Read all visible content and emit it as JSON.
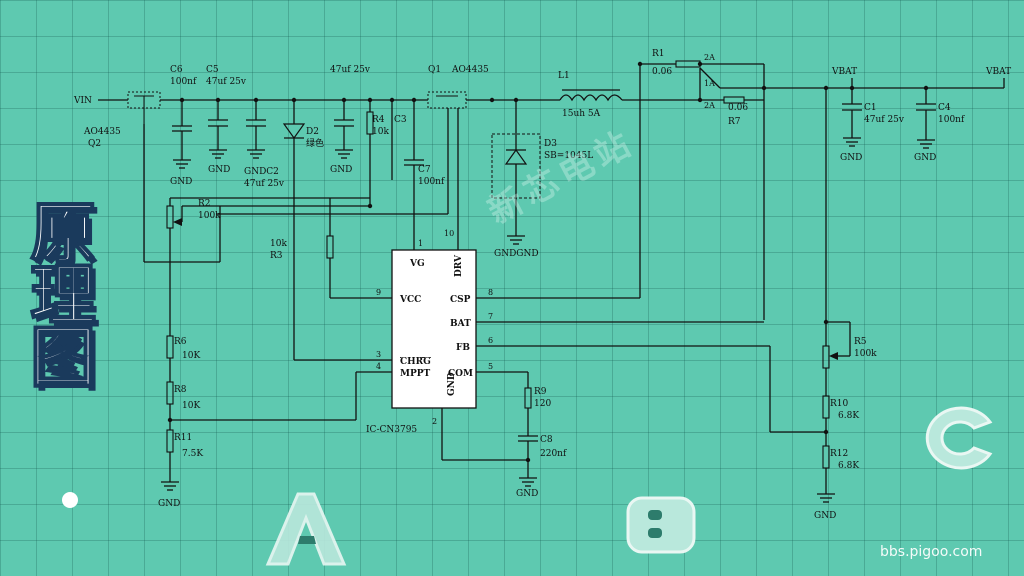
{
  "side_title": "原理图",
  "watermark": "新芯电站",
  "site_url": "bbs.pigoo.com",
  "ic": {
    "name": "IC-CN3795",
    "pins": {
      "vg": "VG",
      "drv": "DRV",
      "vcc": "VCC",
      "csp": "CSP",
      "bat": "BAT",
      "fb": "FB",
      "chrg": "CHRG",
      "mppt": "MPPT",
      "com": "COM",
      "gnd": "GND"
    },
    "pin_numbers": {
      "vg": "1",
      "drv": "10",
      "vcc": "9",
      "csp": "8",
      "bat": "7",
      "fb": "6",
      "chrg": "3",
      "mppt": "4",
      "com": "5",
      "gnd": "2"
    }
  },
  "nets": {
    "vin": "VIN",
    "vbat1": "VBAT",
    "vbat2": "VBAT"
  },
  "components": {
    "c6": {
      "ref": "C6",
      "value": "100nf"
    },
    "c5": {
      "ref": "C5",
      "value": "47uf 25v"
    },
    "c2": {
      "ref": "GNDC2",
      "value": "47uf 25v"
    },
    "cmid": {
      "value": "47uf 25v"
    },
    "c3": {
      "ref": "C3"
    },
    "c7": {
      "ref": "C7",
      "value": "100nf"
    },
    "q1": {
      "ref": "Q1",
      "value": "AO4435"
    },
    "q2": {
      "ref": "Q2",
      "value": "AO4435"
    },
    "d2": {
      "ref": "D2",
      "value": "绿色"
    },
    "r4": {
      "ref": "R4",
      "value": "10k"
    },
    "r2": {
      "ref": "R2",
      "value": "100k"
    },
    "r3": {
      "ref": "R3",
      "value": "10k"
    },
    "l1": {
      "ref": "L1",
      "value": "15uh  5A"
    },
    "d3": {
      "ref": "D3",
      "value": "SB=1045L"
    },
    "r1": {
      "ref": "R1",
      "value": "0.06"
    },
    "r7": {
      "ref": "R7",
      "value": "0.06"
    },
    "c1": {
      "ref": "C1",
      "value": "47uf 25v"
    },
    "c4": {
      "ref": "C4",
      "value": "100nf"
    },
    "r6": {
      "ref": "R6",
      "value": "10K"
    },
    "r8": {
      "ref": "R8",
      "value": "10K"
    },
    "r11": {
      "ref": "R11",
      "value": "7.5K"
    },
    "r9": {
      "ref": "R9",
      "value": "120"
    },
    "c8": {
      "ref": "C8",
      "value": "220nf"
    },
    "r5": {
      "ref": "R5",
      "value": "100k"
    },
    "r10": {
      "ref": "R10",
      "value": "6.8K"
    },
    "r12": {
      "ref": "R12",
      "value": "6.8K"
    }
  },
  "junction_labels": {
    "pa1": "2A",
    "pa2": "1A",
    "pa3": "2A"
  },
  "gnd_label": "GND",
  "gnd_combo": "GNDGND"
}
